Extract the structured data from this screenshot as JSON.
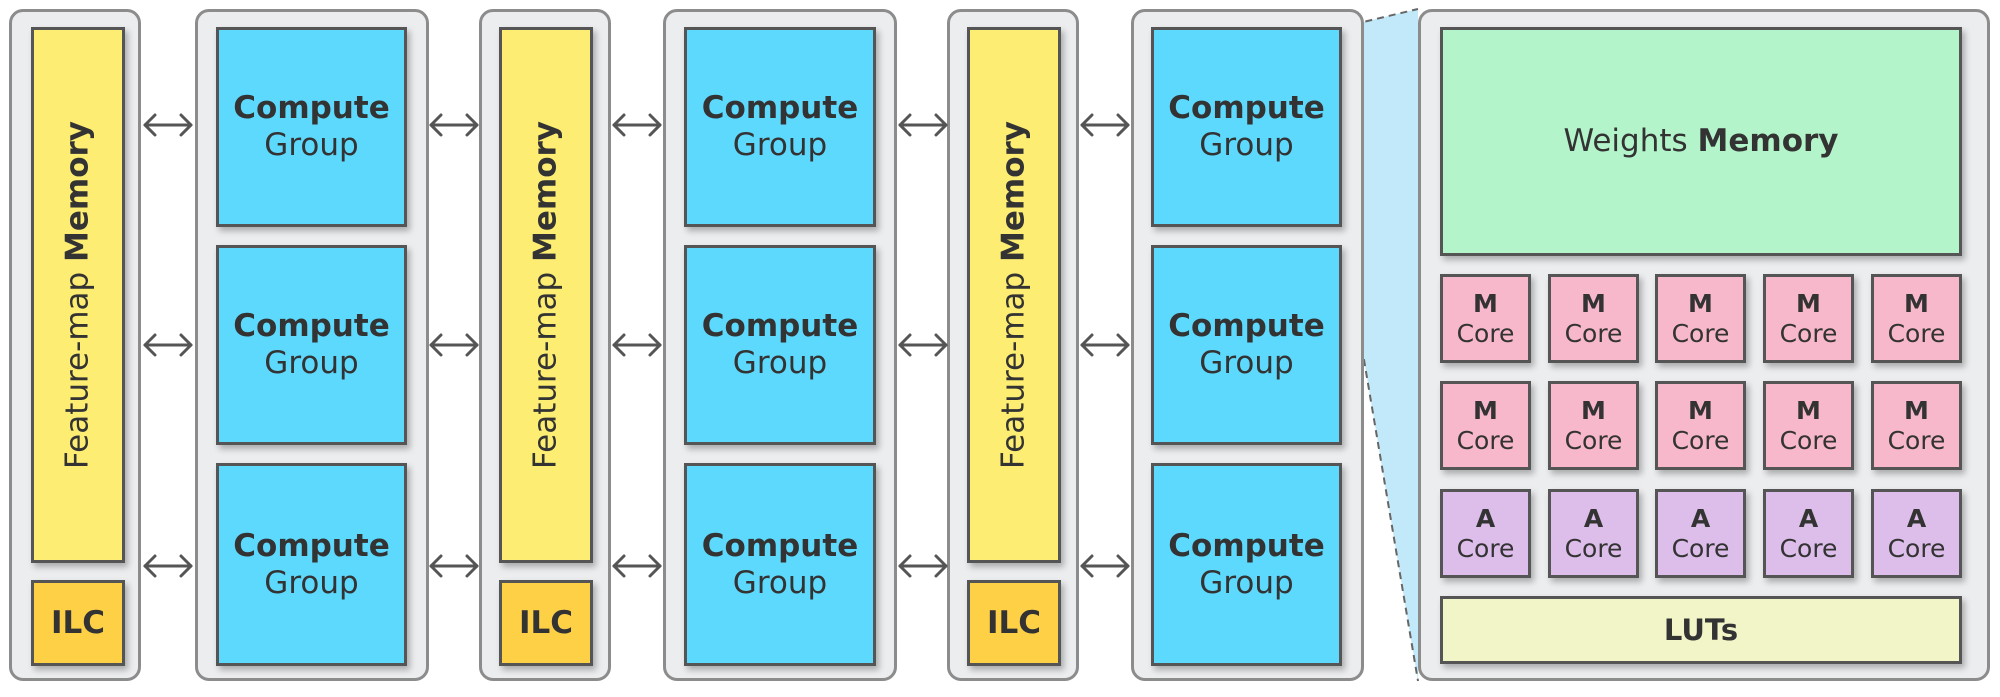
{
  "feature_map": {
    "prefix": "Feature-map",
    "emph": "Memory"
  },
  "ilc": "ILC",
  "compute_group": {
    "line1": "Compute",
    "line2": "Group"
  },
  "weights_memory": {
    "prefix": "Weights",
    "emph": "Memory"
  },
  "m_core": {
    "line1": "M",
    "line2": "Core"
  },
  "a_core": {
    "line1": "A",
    "line2": "Core"
  },
  "luts": "LUTs",
  "colors": {
    "feature_map_memory": "#fded72",
    "ilc": "#fdd046",
    "compute_group": "#5dd9fd",
    "weights_memory": "#b4f4ca",
    "m_core": "#f8b8cb",
    "a_core": "#ddbdea",
    "luts": "#f2f5c7",
    "zoom_highlight": "#c2e9f9"
  }
}
